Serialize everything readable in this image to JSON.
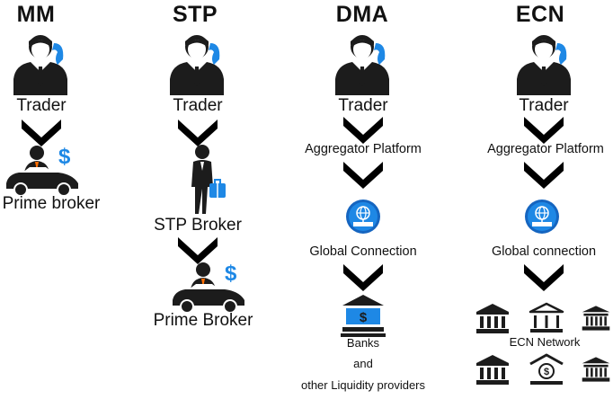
{
  "columns": {
    "mm": {
      "title": "MM",
      "trader": "Trader",
      "broker": "Prime broker"
    },
    "stp": {
      "title": "STP",
      "trader": "Trader",
      "stp_broker": "STP Broker",
      "prime_broker": "Prime Broker"
    },
    "dma": {
      "title": "DMA",
      "trader": "Trader",
      "platform": "Aggregator Platform",
      "connection": "Global Connection",
      "banks": "Banks",
      "and": "and",
      "providers": "other Liquidity providers"
    },
    "ecn": {
      "title": "ECN",
      "trader": "Trader",
      "platform": "Aggregator Platform",
      "connection": "Global connection",
      "network": "ECN Network"
    }
  },
  "colors": {
    "icon_dark": "#1c1c1c",
    "accent_blue": "#1e88e5",
    "chevron": "#000000"
  }
}
